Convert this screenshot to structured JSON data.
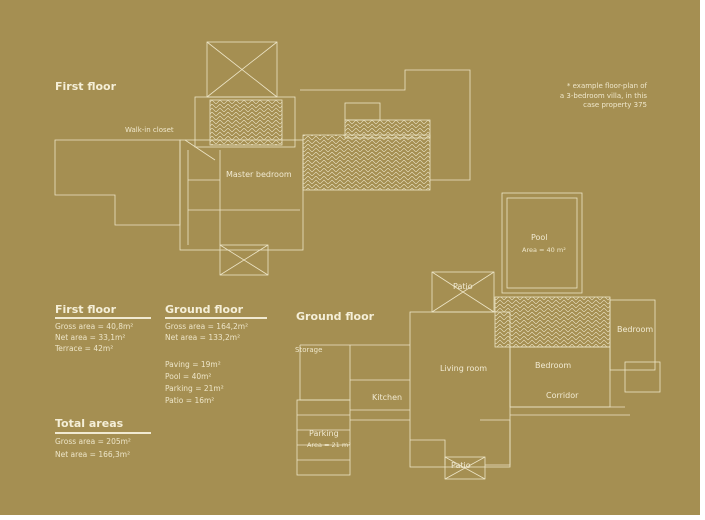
{
  "first_floor_plan": {
    "title": "First floor",
    "labels": {
      "walk_in": "Walk-in closet",
      "master": "Master bedroom"
    }
  },
  "note": [
    "* example floor-plan of",
    "a 3-bedroom villa, in this",
    "case property 375"
  ],
  "ground_floor_plan": {
    "title": "Ground floor",
    "labels": {
      "pool": "Pool",
      "pool_area": "Area = 40 m²",
      "patio_top": "Patio",
      "patio_bottom": "Patio",
      "living": "Living room",
      "bedroom1": "Bedroom",
      "bedroom2": "Bedroom",
      "corridor": "Corridor",
      "kitchen": "Kitchen",
      "storage": "Storage",
      "parking": "Parking",
      "parking_area": "Area = 21 m²"
    }
  },
  "summary": {
    "first_floor": {
      "title": "First floor",
      "lines": [
        "Gross area = 40,8m²",
        "Net area = 33,1m²",
        "Terrace = 42m²"
      ]
    },
    "ground_floor": {
      "title": "Ground floor",
      "lines": [
        "Gross area = 164,2m²",
        "Net area = 133,2m²"
      ],
      "extras": [
        "Paving = 19m²",
        "Pool = 40m²",
        "Parking = 21m²",
        "Patio = 16m²"
      ]
    },
    "total": {
      "title": "Total areas",
      "lines": [
        "Gross area = 205m²",
        "Net area = 166,3m²"
      ]
    }
  },
  "colors": {
    "background": "#a58f52",
    "lines": "#ece4c6"
  }
}
